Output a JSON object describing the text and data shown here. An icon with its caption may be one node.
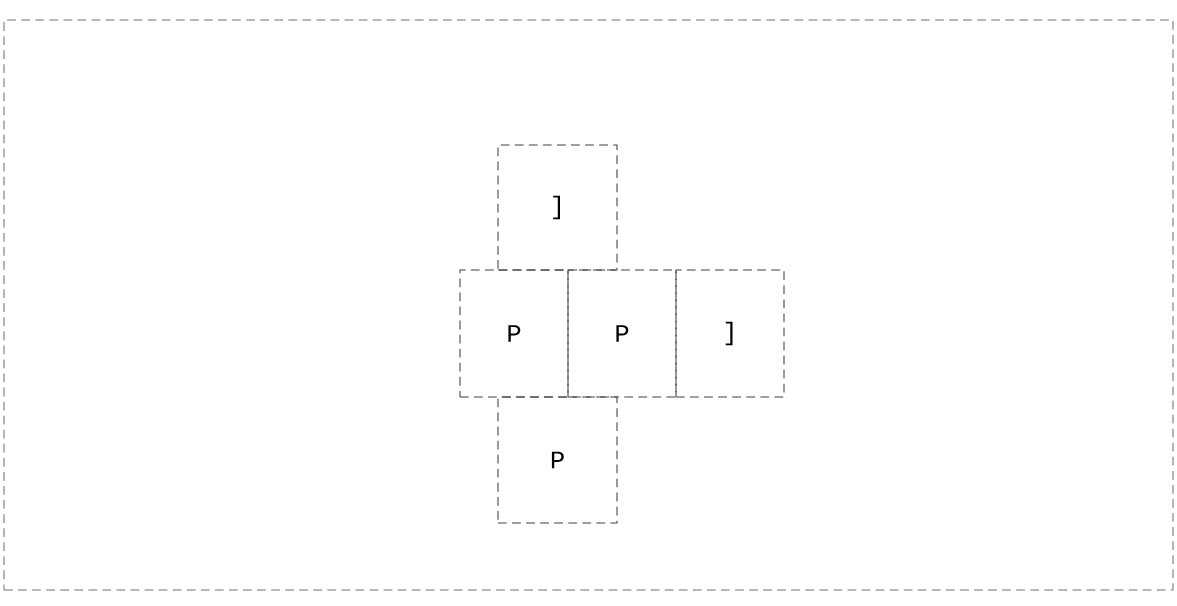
{
  "diagram": {
    "nodes": [
      {
        "text": [],
        "shape": "box"
      },
      {
        "text": [
          "]"
        ],
        "in": 0
      },
      {
        "text": [
          "P"
        ],
        "in": 0
      },
      {
        "text": [
          "P"
        ],
        "in": 0
      },
      {
        "text": [
          "]"
        ],
        "in": 0
      },
      {
        "text": [
          "P"
        ],
        "in": 0
      }
    ]
  }
}
